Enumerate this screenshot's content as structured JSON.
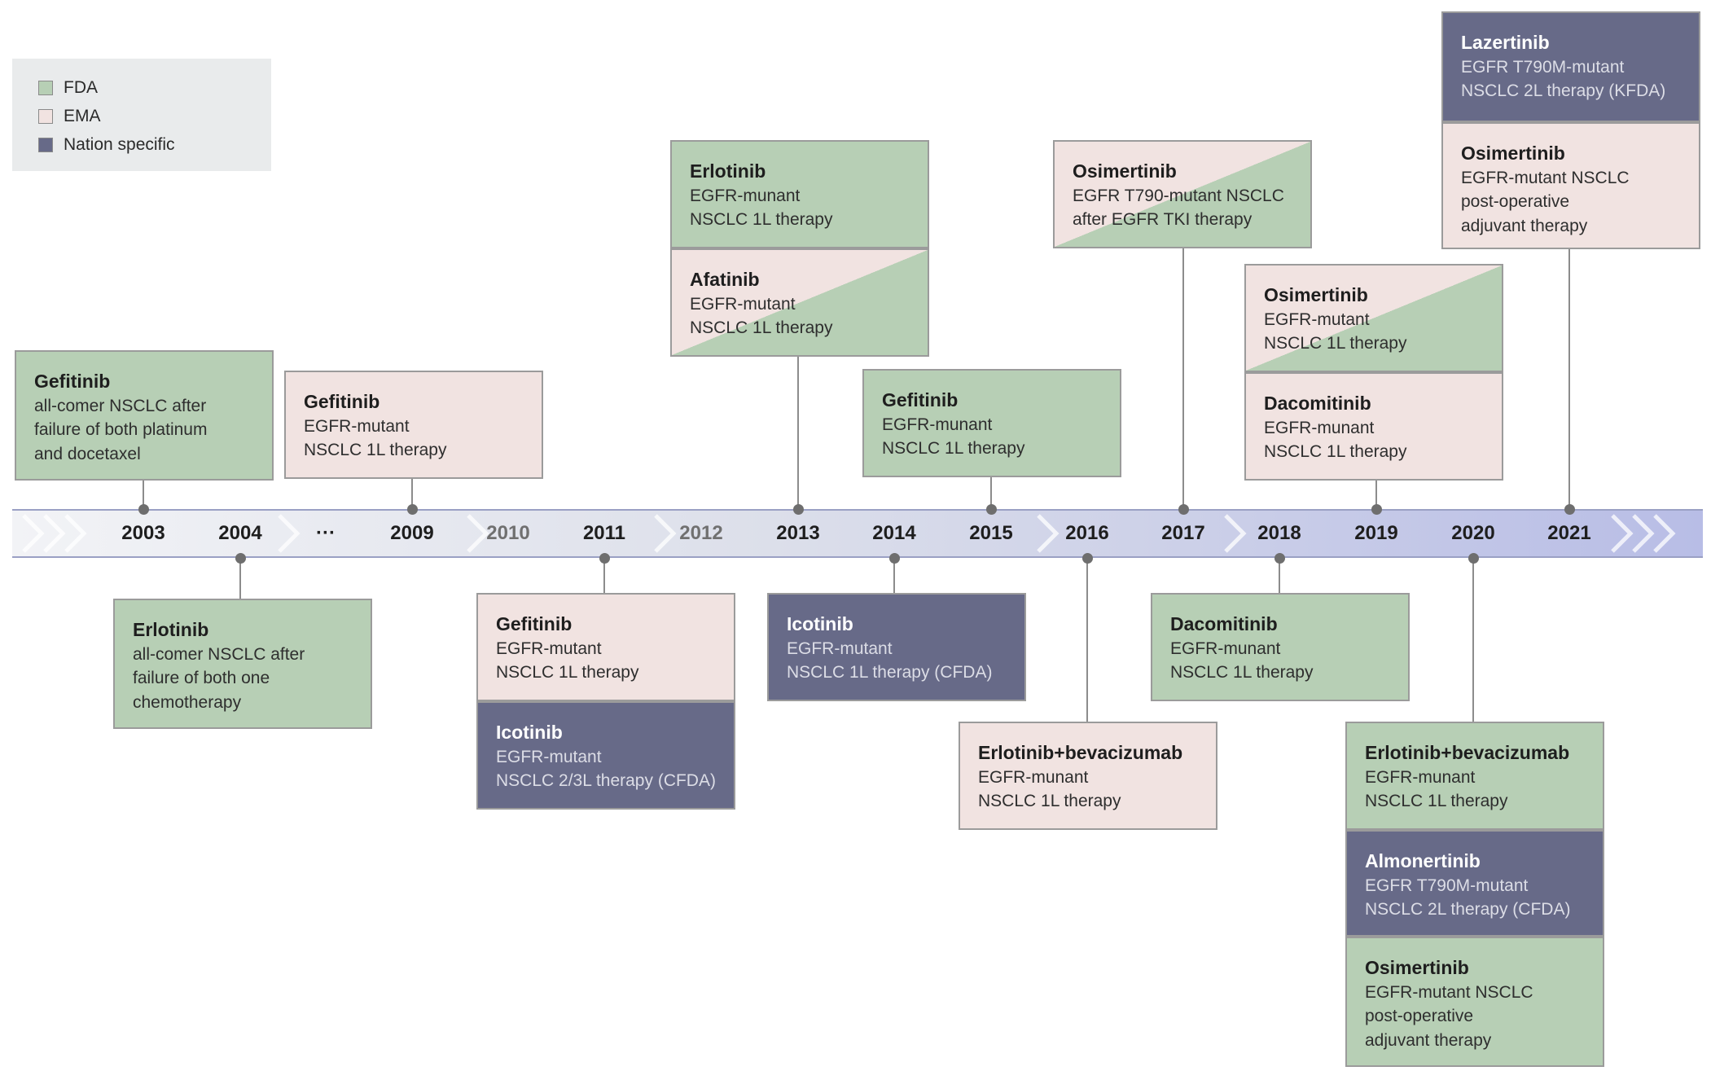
{
  "legend": [
    {
      "label": "FDA",
      "color": "#b7cfb5"
    },
    {
      "label": "EMA",
      "color": "#f1e3e1"
    },
    {
      "label": "Nation specific",
      "color": "#676a88"
    }
  ],
  "timeline": {
    "years": [
      {
        "label": "2003",
        "muted": false
      },
      {
        "label": "2004",
        "muted": false
      },
      {
        "label": "···",
        "muted": false
      },
      {
        "label": "2009",
        "muted": false
      },
      {
        "label": "2010",
        "muted": true
      },
      {
        "label": "2011",
        "muted": false
      },
      {
        "label": "2012",
        "muted": true
      },
      {
        "label": "2013",
        "muted": false
      },
      {
        "label": "2014",
        "muted": false
      },
      {
        "label": "2015",
        "muted": false
      },
      {
        "label": "2016",
        "muted": false
      },
      {
        "label": "2017",
        "muted": false
      },
      {
        "label": "2018",
        "muted": false
      },
      {
        "label": "2019",
        "muted": false
      },
      {
        "label": "2020",
        "muted": false
      },
      {
        "label": "2021",
        "muted": false
      }
    ]
  },
  "approvals": [
    {
      "id": "gefitinib-2003",
      "year": "2003",
      "side": "above",
      "type": "fda",
      "drug": "Gefitinib",
      "lines": [
        "all-comer NSCLC after",
        "failure of both platinum",
        "and docetaxel"
      ]
    },
    {
      "id": "erlotinib-2004",
      "year": "2004",
      "side": "below",
      "type": "fda",
      "drug": "Erlotinib",
      "lines": [
        "all-comer NSCLC after",
        "failure of both one",
        "chemotherapy"
      ]
    },
    {
      "id": "gefitinib-2009",
      "year": "2009",
      "side": "above",
      "type": "ema",
      "drug": "Gefitinib",
      "lines": [
        "EGFR-mutant",
        "NSCLC 1L therapy"
      ]
    },
    {
      "id": "gefitinib-2011",
      "year": "2011",
      "side": "below",
      "type": "ema",
      "drug": "Gefitinib",
      "lines": [
        "EGFR-mutant",
        "NSCLC 1L therapy"
      ]
    },
    {
      "id": "icotinib-2011",
      "year": "2011",
      "side": "below",
      "type": "nation",
      "drug": "Icotinib",
      "lines": [
        "EGFR-mutant",
        "NSCLC 2/3L therapy (CFDA)"
      ]
    },
    {
      "id": "erlotinib-2013",
      "year": "2013",
      "side": "above",
      "type": "fda",
      "drug": "Erlotinib",
      "lines": [
        "EGFR-munant",
        "NSCLC 1L therapy"
      ]
    },
    {
      "id": "afatinib-2013",
      "year": "2013",
      "side": "above",
      "type": "fda-ema",
      "drug": "Afatinib",
      "lines": [
        "EGFR-mutant",
        "NSCLC 1L therapy"
      ]
    },
    {
      "id": "icotinib-2014",
      "year": "2014",
      "side": "below",
      "type": "nation",
      "drug": "Icotinib",
      "lines": [
        "EGFR-mutant",
        "NSCLC 1L therapy (CFDA)"
      ]
    },
    {
      "id": "gefitinib-2015",
      "year": "2015",
      "side": "above",
      "type": "fda",
      "drug": "Gefitinib",
      "lines": [
        "EGFR-munant",
        "NSCLC 1L therapy"
      ]
    },
    {
      "id": "erlotinib-bev-2016",
      "year": "2016",
      "side": "below",
      "type": "ema",
      "drug": "Erlotinib+bevacizumab",
      "lines": [
        "EGFR-munant",
        "NSCLC 1L therapy"
      ]
    },
    {
      "id": "osimertinib-2017",
      "year": "2017",
      "side": "above",
      "type": "fda-ema",
      "drug": "Osimertinib",
      "lines": [
        "EGFR T790-mutant NSCLC",
        "after EGFR TKI therapy"
      ]
    },
    {
      "id": "dacomitinib-2018",
      "year": "2018",
      "side": "below",
      "type": "fda",
      "drug": "Dacomitinib",
      "lines": [
        "EGFR-munant",
        "NSCLC 1L therapy"
      ]
    },
    {
      "id": "osimertinib-2019",
      "year": "2019",
      "side": "above",
      "type": "fda-ema",
      "drug": "Osimertinib",
      "lines": [
        "EGFR-mutant",
        "NSCLC 1L therapy"
      ]
    },
    {
      "id": "dacomitinib-2019",
      "year": "2019",
      "side": "above",
      "type": "ema",
      "drug": "Dacomitinib",
      "lines": [
        "EGFR-munant",
        "NSCLC 1L therapy"
      ]
    },
    {
      "id": "erlotinib-bev-2020",
      "year": "2020",
      "side": "below",
      "type": "fda",
      "drug": "Erlotinib+bevacizumab",
      "lines": [
        "EGFR-munant",
        "NSCLC 1L therapy"
      ]
    },
    {
      "id": "almonertinib-2020",
      "year": "2020",
      "side": "below",
      "type": "nation",
      "drug": "Almonertinib",
      "lines": [
        "EGFR T790M-mutant",
        "NSCLC 2L therapy (CFDA)"
      ]
    },
    {
      "id": "osimertinib-2020",
      "year": "2020",
      "side": "below",
      "type": "fda",
      "drug": "Osimertinib",
      "lines": [
        "EGFR-mutant NSCLC",
        "post-operative",
        "adjuvant therapy"
      ]
    },
    {
      "id": "lazertinib-2021",
      "year": "2021",
      "side": "above",
      "type": "nation",
      "drug": "Lazertinib",
      "lines": [
        "EGFR T790M-mutant",
        "NSCLC 2L therapy (KFDA)"
      ]
    },
    {
      "id": "osimertinib-2021",
      "year": "2021",
      "side": "above",
      "type": "ema",
      "drug": "Osimertinib",
      "lines": [
        "EGFR-mutant NSCLC",
        "post-operative",
        "adjuvant therapy"
      ]
    }
  ]
}
